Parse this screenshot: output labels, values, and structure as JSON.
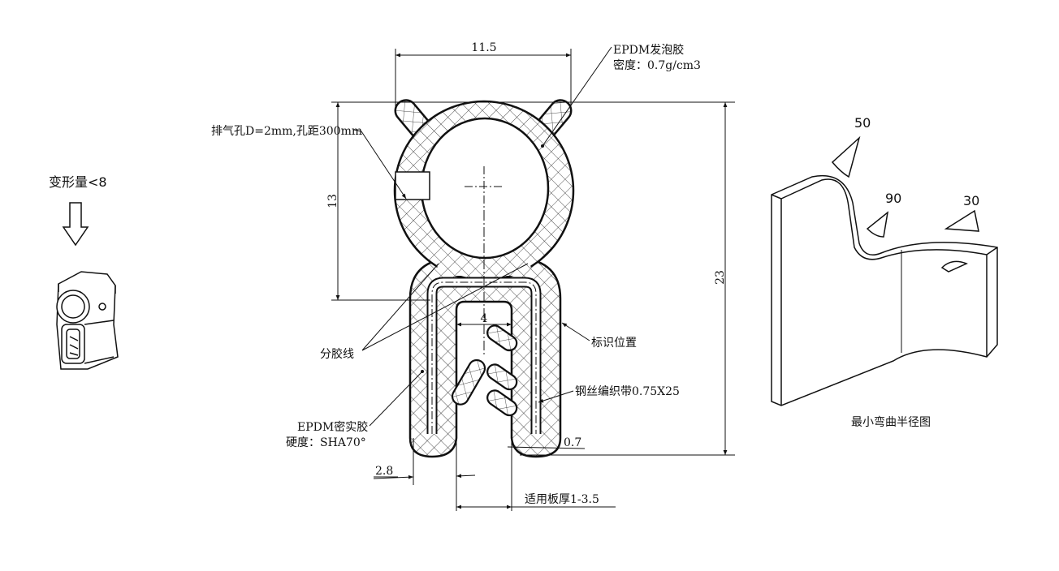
{
  "dimensions": {
    "width_top": "11.5",
    "height_bulb": "13",
    "height_total": "23",
    "channel_width": "4",
    "leg_width": "2.8",
    "wall": "0.7",
    "panel_thickness": "适用板厚1-3.5"
  },
  "labels": {
    "foam_material": "EPDM发泡胶",
    "foam_density": "密度：0.7g/cm3",
    "vent_hole": "排气孔D=2mm,孔距300mm",
    "parting_line": "分胶线",
    "mark_position": "标识位置",
    "steel_band": "钢丝编织带0.75X25",
    "solid_material": "EPDM密实胶",
    "solid_hardness": "硬度：SHA70°",
    "deformation": "变形量<8"
  },
  "bend_diagram": {
    "title": "最小弯曲半径图",
    "angles": [
      "50",
      "90",
      "30"
    ]
  }
}
